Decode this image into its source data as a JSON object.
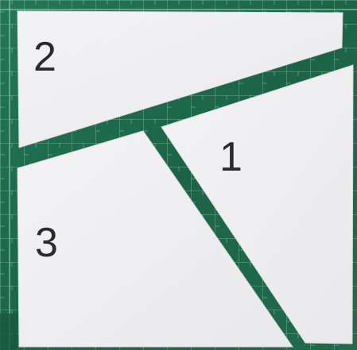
{
  "pieces": [
    {
      "label": "1"
    },
    {
      "label": "2"
    },
    {
      "label": "3"
    }
  ],
  "colors": {
    "mat": "#1f6b4e",
    "grid": "#8fc9a8",
    "paper": "#f1f1f3"
  }
}
